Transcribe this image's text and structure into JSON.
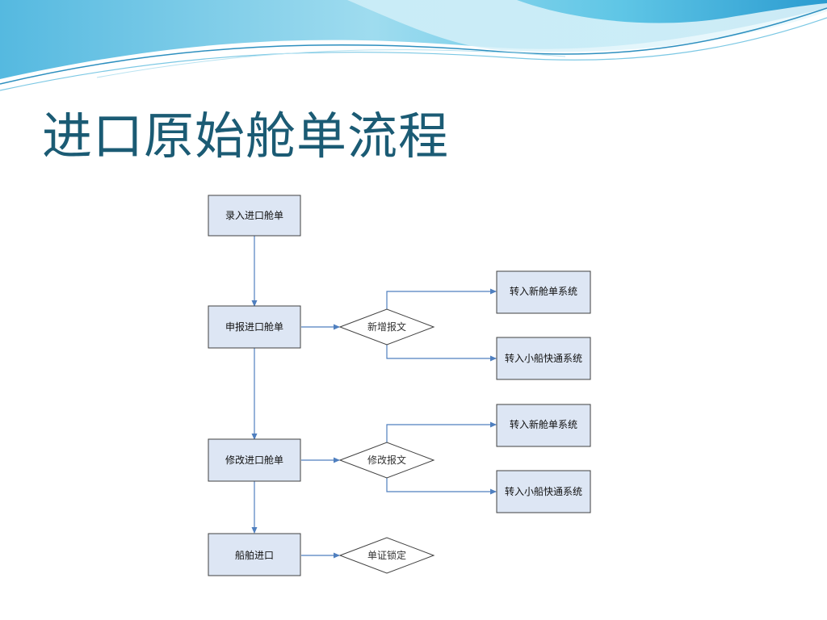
{
  "slide": {
    "title": "进口原始舱单流程"
  },
  "flowchart": {
    "steps": [
      {
        "id": "s1",
        "label": "录入进口舱单"
      },
      {
        "id": "s2",
        "label": "申报进口舱单"
      },
      {
        "id": "s3",
        "label": "修改进口舱单"
      },
      {
        "id": "s4",
        "label": "船舶进口"
      }
    ],
    "decisions": [
      {
        "id": "d1",
        "label": "新增报文"
      },
      {
        "id": "d2",
        "label": "修改报文"
      },
      {
        "id": "d3",
        "label": "单证锁定"
      }
    ],
    "targets": [
      {
        "id": "t1",
        "label": "转入新舱单系统"
      },
      {
        "id": "t2",
        "label": "转入小船快通系统"
      },
      {
        "id": "t3",
        "label": "转入新舱单系统"
      },
      {
        "id": "t4",
        "label": "转入小船快通系统"
      }
    ]
  },
  "colors": {
    "title": "#1b5b74",
    "box_fill": "#dde6f4",
    "box_stroke": "#404040",
    "arrow": "#4f7fbf",
    "wave_dark": "#2a8fc2",
    "wave_light": "#8fd6ea"
  }
}
